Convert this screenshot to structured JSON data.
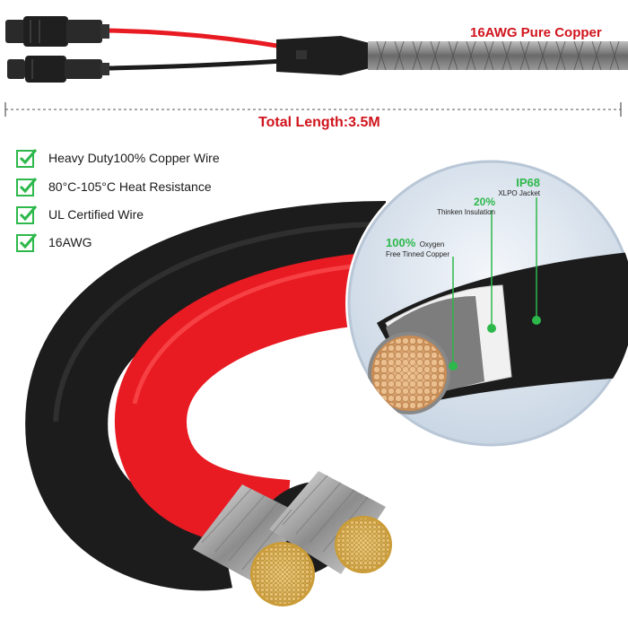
{
  "header": {
    "product_title": "16AWG Pure Copper"
  },
  "length": {
    "label": "Total Length:3.5M"
  },
  "features": [
    {
      "text": "Heavy Duty100% Copper Wire"
    },
    {
      "text": "80°C-105°C Heat Resistance"
    },
    {
      "text": "UL Certified Wire"
    },
    {
      "text": "16AWG"
    }
  ],
  "callouts": {
    "copper": {
      "value": "100%",
      "line1": "Oxygen",
      "line2": "Free Tinned Copper"
    },
    "insulation": {
      "value": "20%",
      "line1": "Thinken Insulation"
    },
    "jacket": {
      "value": "IP68",
      "line1": "XLPO Jacket"
    }
  },
  "colors": {
    "accent_red": "#d0141c",
    "check_green": "#2db84b",
    "wire_red": "#e81a22",
    "wire_black": "#1c1c1c",
    "copper": "#e2b07a"
  }
}
